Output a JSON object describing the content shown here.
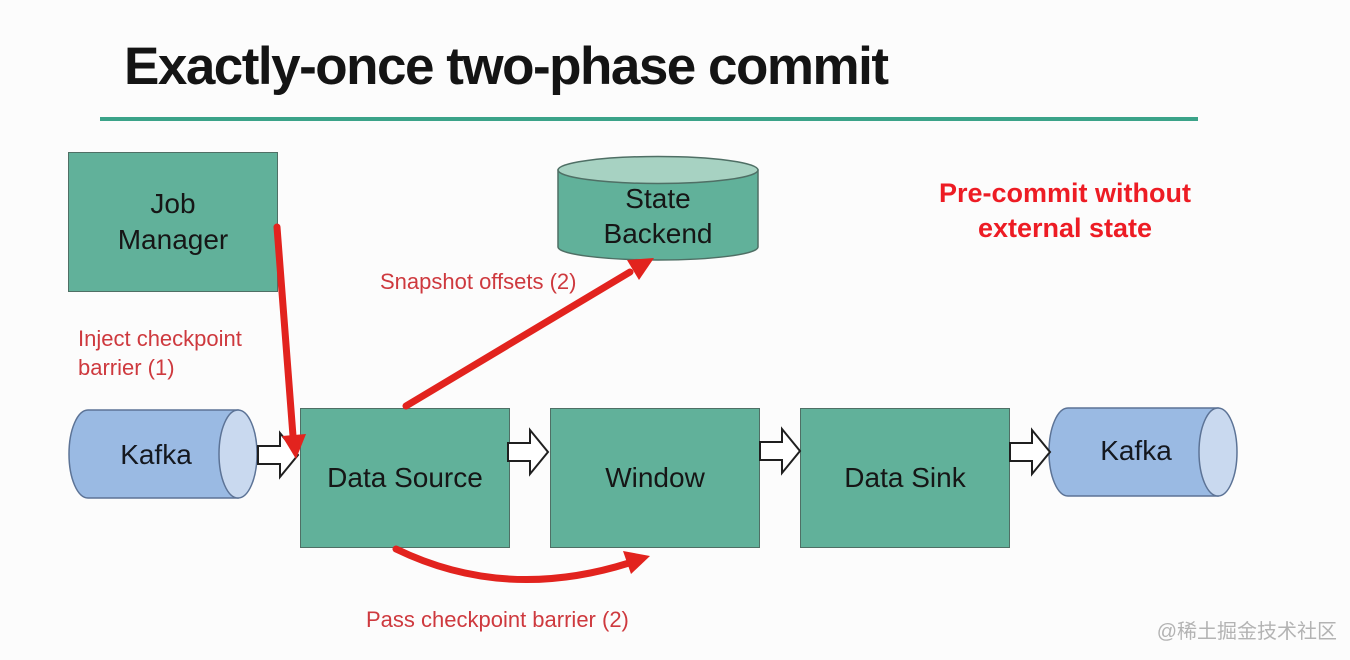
{
  "title": "Exactly-once two-phase commit",
  "nodes": {
    "job_manager": "Job Manager",
    "state_backend": "State Backend",
    "kafka_left": "Kafka",
    "data_source": "Data Source",
    "window": "Window",
    "data_sink": "Data Sink",
    "kafka_right": "Kafka"
  },
  "labels": {
    "inject_checkpoint": "Inject checkpoint barrier (1)",
    "snapshot_offsets": "Snapshot offsets (2)",
    "pass_checkpoint": "Pass checkpoint barrier (2)",
    "pre_commit": "Pre-commit without external state"
  },
  "watermark": "@稀土掘金技术社区",
  "colors": {
    "accent_underline": "#3BA389",
    "node_fill": "#61B19A",
    "node_fill_light": "#A7D2C2",
    "kafka_fill": "#9ABAE3",
    "kafka_fill_light": "#C9D9EF",
    "arrow_red": "#E2231E",
    "label_red": "#CE393E",
    "emphasis_red": "#ED1C24",
    "watermark_gray": "#B3B3B3"
  }
}
